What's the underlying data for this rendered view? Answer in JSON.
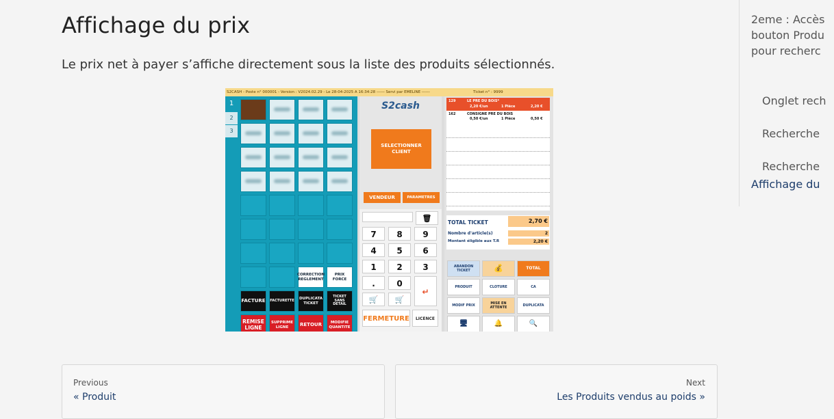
{
  "article": {
    "title": "Affichage du prix",
    "lead": "Le prix net à payer s’affiche directement sous la liste des produits sélectionnés."
  },
  "pos": {
    "topbar_left": "S2CASH - Poste n° 000001 - Version : V2024.02.29 - Le 28-04-2025 A 16:34:28 ------ Servi par EMELINE ------",
    "topbar_right": "Ticket n° : 9999",
    "tabs": [
      "1",
      "2",
      "3"
    ],
    "left_buttons": {
      "correction": "CORRECTION REGLEMENT",
      "prix_force": "PRIX FORCE",
      "facture": "FACTURE",
      "facturette": "FACTURETTE",
      "duplicata_ticket": "DUPLICATA TICKET",
      "ticket_sans_detail": "TICKET SANS DETAIL",
      "remise_ligne": "REMISE LIGNE",
      "supprime_ligne": "SUPPRIME LIGNE",
      "retour": "RETOUR",
      "modifie_quantite": "MODIFIE QUANTITE"
    },
    "logo": "S2cash",
    "select_client": "SELECTIONNER CLIENT",
    "vendeur": "VENDEUR",
    "parametres": "PARAMETRES",
    "keys": [
      "7",
      "8",
      "9",
      "4",
      "5",
      "6",
      "1",
      "2",
      "3",
      ".",
      "0"
    ],
    "fermeture": "FERMETURE",
    "licence": "LICENCE",
    "ticket_lines": [
      {
        "code": "129",
        "name": "LE PRE DU BOIS*",
        "unit": "2,20 €/un",
        "qty": "1 Pièce",
        "total": "2,20 €"
      },
      {
        "code": "162",
        "name": "CONSIGNE PRE DU BOIS",
        "unit": "0,50 €/un",
        "qty": "1 Pièce",
        "total": "0,50 €"
      }
    ],
    "total_label": "TOTAL TICKET",
    "total_value": "2,70 €",
    "articles_label": "Nombre d'article(s)",
    "articles_value": "2",
    "tr_label": "Montant éligible aux T.R",
    "tr_value": "2,20 €",
    "func_buttons": {
      "abandon": "ABANDON TICKET",
      "total": "TOTAL",
      "produit": "PRODUIT",
      "cloture": "CLOTURE",
      "ca": "CA",
      "modif_prix": "MODIF PRIX",
      "mise_en_attente": "MISE EN ATTENTE",
      "duplicata": "DUPLICATA"
    }
  },
  "sidebar": {
    "intro_line1": "2eme : Accès",
    "intro_line2": "bouton Produ",
    "intro_line3": "pour recherc",
    "items": [
      "Onglet rech",
      "Recherche",
      "Recherche"
    ],
    "active": "Affichage du"
  },
  "pager": {
    "prev_label": "Previous",
    "prev_link": "« Produit",
    "next_label": "Next",
    "next_link": "Les Produits vendus au poids »"
  }
}
